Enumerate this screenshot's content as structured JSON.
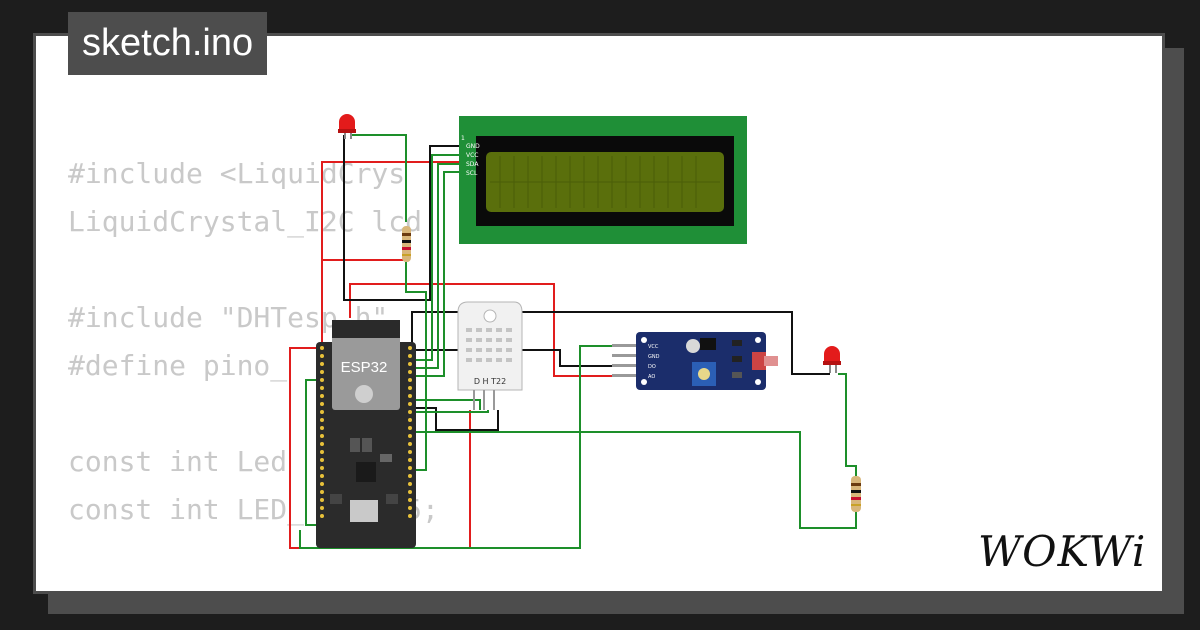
{
  "file_tab": {
    "label": "sketch.ino"
  },
  "code": {
    "lines": [
      "#include <LiquidCrys",
      "LiquidCrystal_I2C lcd               );",
      "",
      "#include \"DHTesp.h\"",
      "#define pino_    0",
      "",
      "const int Led",
      "const int LED_    = 5;"
    ]
  },
  "esp32": {
    "label": "ESP32"
  },
  "lcd": {
    "pins": [
      "1",
      "GND",
      "VCC",
      "SDA",
      "SCL"
    ]
  },
  "dht": {
    "label": "D H T22"
  },
  "sensor": {
    "pins": [
      "VCC",
      "GND",
      "DO",
      "AO"
    ]
  },
  "brand": {
    "name": "WOKWi"
  },
  "colors": {
    "red_wire": "#e11d1d",
    "green_wire": "#1d8f2a",
    "black_wire": "#111111",
    "lcd_board": "#1f8f37",
    "lcd_screen": "#5a6f0c",
    "esp_board": "#2b2b2b",
    "sensor_board": "#1b2d6b"
  }
}
